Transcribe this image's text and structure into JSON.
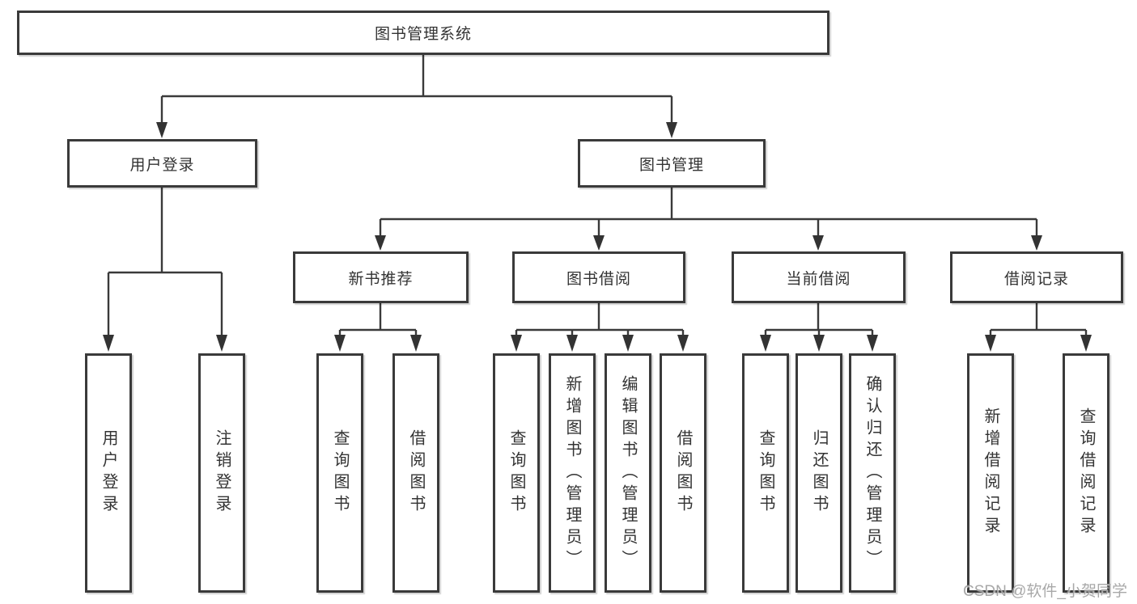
{
  "tree": {
    "root": {
      "label": "图书管理系统"
    },
    "branches": [
      {
        "label": "用户登录",
        "children": [
          {
            "label": "用户登录"
          },
          {
            "label": "注销登录"
          }
        ]
      },
      {
        "label": "图书管理",
        "children": [
          {
            "label": "新书推荐",
            "children": [
              {
                "label": "查询图书"
              },
              {
                "label": "借阅图书"
              }
            ]
          },
          {
            "label": "图书借阅",
            "children": [
              {
                "label": "查询图书"
              },
              {
                "label": "新增图书（管理员）"
              },
              {
                "label": "编辑图书（管理员）"
              },
              {
                "label": "借阅图书"
              }
            ]
          },
          {
            "label": "当前借阅",
            "children": [
              {
                "label": "查询图书"
              },
              {
                "label": "归还图书"
              },
              {
                "label": "确认归还（管理员）"
              }
            ]
          },
          {
            "label": "借阅记录",
            "children": [
              {
                "label": "新增借阅记录"
              },
              {
                "label": "查询借阅记录"
              }
            ]
          }
        ]
      }
    ]
  },
  "watermark": {
    "text": "CSDN @软件_小贺同学"
  },
  "colors": {
    "line": "#3a3a3a",
    "box_border": "#3a3a3a",
    "text": "#333333",
    "watermark": "#9e9e9e",
    "background": "#ffffff"
  }
}
